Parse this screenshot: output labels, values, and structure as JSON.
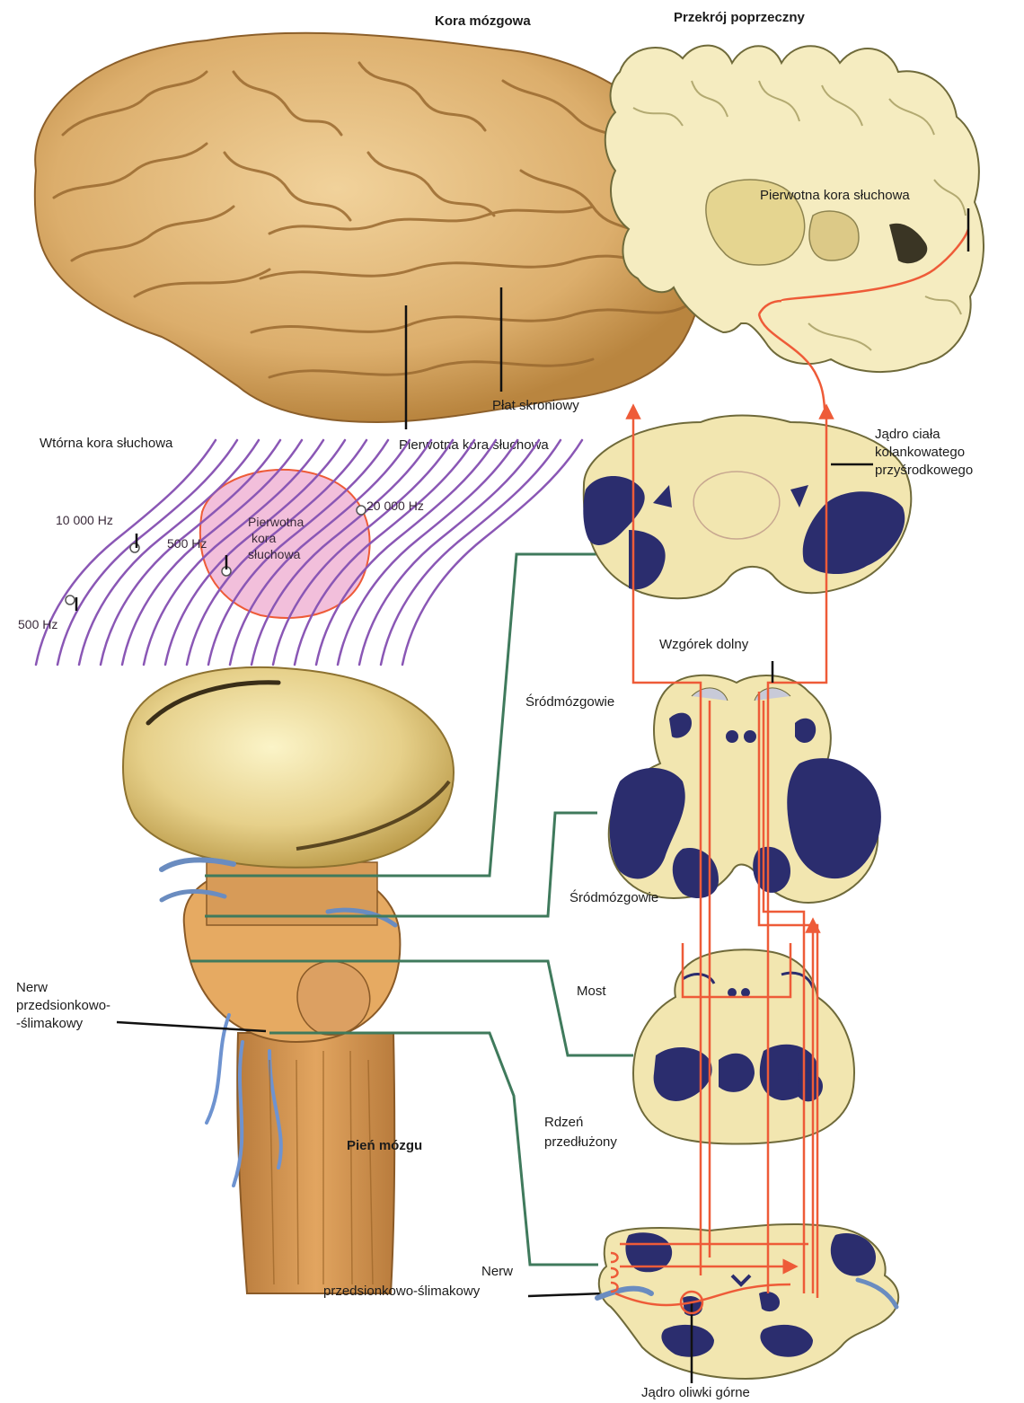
{
  "titles": {
    "cortex": "Kora mózgowa",
    "cross_section": "Przekrój poprzeczny",
    "brainstem": "Pień mózgu"
  },
  "labels": {
    "primary_cortex_section": "Pierwotna kora słuchowa",
    "temporal_lobe": "Płat skroniowy",
    "primary_cortex_brain": "Pierwotna kora słuchowa",
    "secondary_cortex": "Wtórna kora słuchowa",
    "mgn_line1": "Jądro ciała",
    "mgn_line2": "kolankowatego",
    "mgn_line3": "przyśrodkowego",
    "inferior_colliculus": "Wzgórek dolny",
    "midbrain_1": "Śródmózgowie",
    "midbrain_2": "Śródmózgowie",
    "pons": "Most",
    "medulla_line1": "Rdzeń",
    "medulla_line2": "przedłużony",
    "nerve_left_line1": "Nerw",
    "nerve_left_line2": "przedsionkowo-",
    "nerve_left_line3": "-ślimakowy",
    "nerve_bottom_line1": "Nerw",
    "nerve_bottom_line2": "przedsionkowo-ślimakowy",
    "superior_olive": "Jądro oliwki górne"
  },
  "tonotopic_map": {
    "center_line1": "Pierwotna",
    "center_line2": "kora",
    "center_line3": "słuchowa",
    "freq_10000": "10 000 Hz",
    "freq_500_inner": "500 Hz",
    "freq_20000": "20 000 Hz",
    "freq_500_outer": "500 Hz"
  },
  "colors": {
    "brain": "#e2b878",
    "brain_dark": "#b5833f",
    "section_fill": "#f2e6b0",
    "nucleus": "#2b2d6e",
    "pathway": "#ee5b38",
    "connector": "#3f7a5c",
    "map_lines": "#8a57b5",
    "map_region": "#f0b6d6"
  }
}
